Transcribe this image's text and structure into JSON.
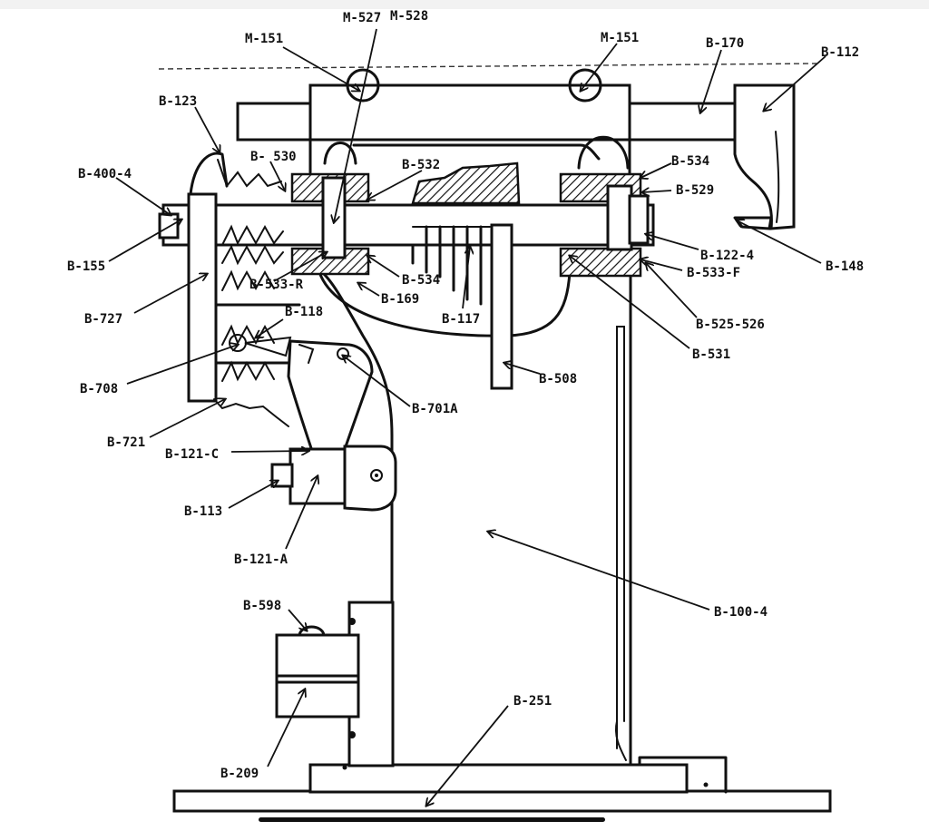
{
  "diagram": {
    "labels": {
      "m151_left": "M-151",
      "m527": "M-527",
      "m528": "M-528",
      "m151_right": "M-151",
      "b170": "B-170",
      "b112": "B-112",
      "b123": "B-123",
      "b530": "B- 530",
      "b532": "B-532",
      "b534_top": "B-534",
      "b529": "B-529",
      "b400_4": "B-400-4",
      "b122_4": "B-122-4",
      "b148": "B-148",
      "b155": "B-155",
      "b533_r": "B-533-R",
      "b534_bottom": "B-534",
      "b533_f": "B-533-F",
      "b169": "B-169",
      "b117": "B-117",
      "b525_526": "B-525-526",
      "b727": "B-727",
      "b118": "B-118",
      "b531": "B-531",
      "b708": "B-708",
      "b508": "B-508",
      "b701a": "B-701A",
      "b721": "B-721",
      "b121_c": "B-121-C",
      "b113": "B-113",
      "b121_a": "B-121-A",
      "b100_4": "B-100-4",
      "b598": "B-598",
      "b251": "B-251",
      "b209": "B-209"
    }
  }
}
